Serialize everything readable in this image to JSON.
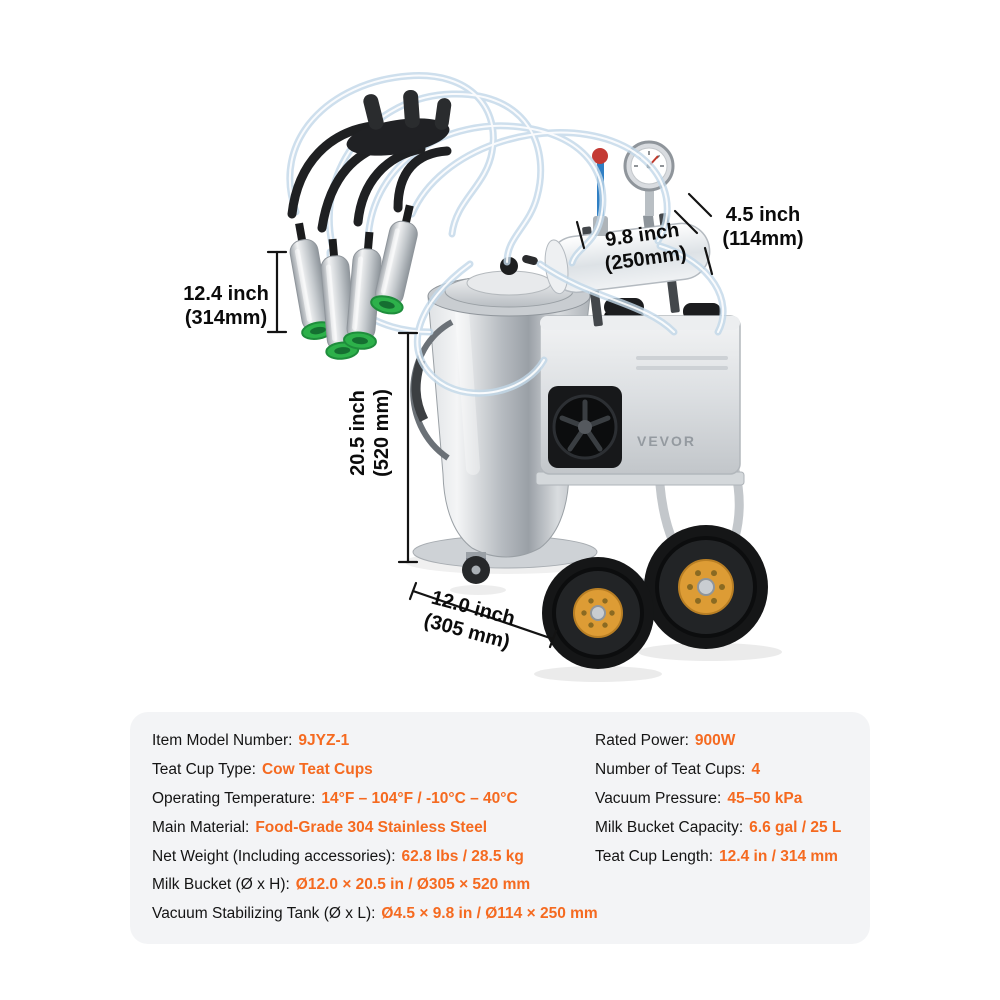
{
  "brand": {
    "name": "VEVOR"
  },
  "colors": {
    "accent": "#f56a20",
    "panel_background": "#f3f4f6",
    "text": "#141414",
    "wheel_hub": "#dd9c35",
    "teat_cup_liner_green": "#2db14a",
    "tube_tint": "#c2d8e9",
    "dimension_line": "#131313"
  },
  "annotations": {
    "teat_cup_length": {
      "line1": "12.4 inch",
      "line2": "(314mm)"
    },
    "tank_length": {
      "line1": "9.8 inch",
      "line2": "(250mm)"
    },
    "tank_diameter": {
      "line1": "4.5 inch",
      "line2": "(114mm)"
    },
    "bucket_height": {
      "line1": "20.5 inch",
      "line2": "(520 mm)"
    },
    "bucket_diameter": {
      "line1": "12.0 inch",
      "line2": "(305 mm)"
    }
  },
  "specs": {
    "left": [
      {
        "label": "Item Model Number:",
        "value": "9JYZ-1"
      },
      {
        "label": "Teat Cup Type:",
        "value": "Cow Teat Cups"
      },
      {
        "label": "Operating Temperature:",
        "value": "14°F – 104°F / -10°C – 40°C"
      },
      {
        "label": "Main Material:",
        "value": "Food-Grade 304 Stainless Steel"
      },
      {
        "label": "Net Weight (Including accessories):",
        "value": "62.8 lbs / 28.5 kg"
      },
      {
        "label": "Milk Bucket (Ø x H):",
        "value": "Ø12.0 × 20.5 in / Ø305 × 520 mm"
      },
      {
        "label": "Vacuum Stabilizing Tank (Ø x L):",
        "value": "Ø4.5 × 9.8 in / Ø114 × 250 mm"
      }
    ],
    "right": [
      {
        "label": "Rated Power:",
        "value": "900W"
      },
      {
        "label": "Number of Teat Cups:",
        "value": "4"
      },
      {
        "label": "Vacuum Pressure:",
        "value": "45–50 kPa"
      },
      {
        "label": "Milk Bucket Capacity:",
        "value": "6.6 gal / 25 L"
      },
      {
        "label": "Teat Cup Length:",
        "value": "12.4 in / 314 mm"
      }
    ]
  }
}
